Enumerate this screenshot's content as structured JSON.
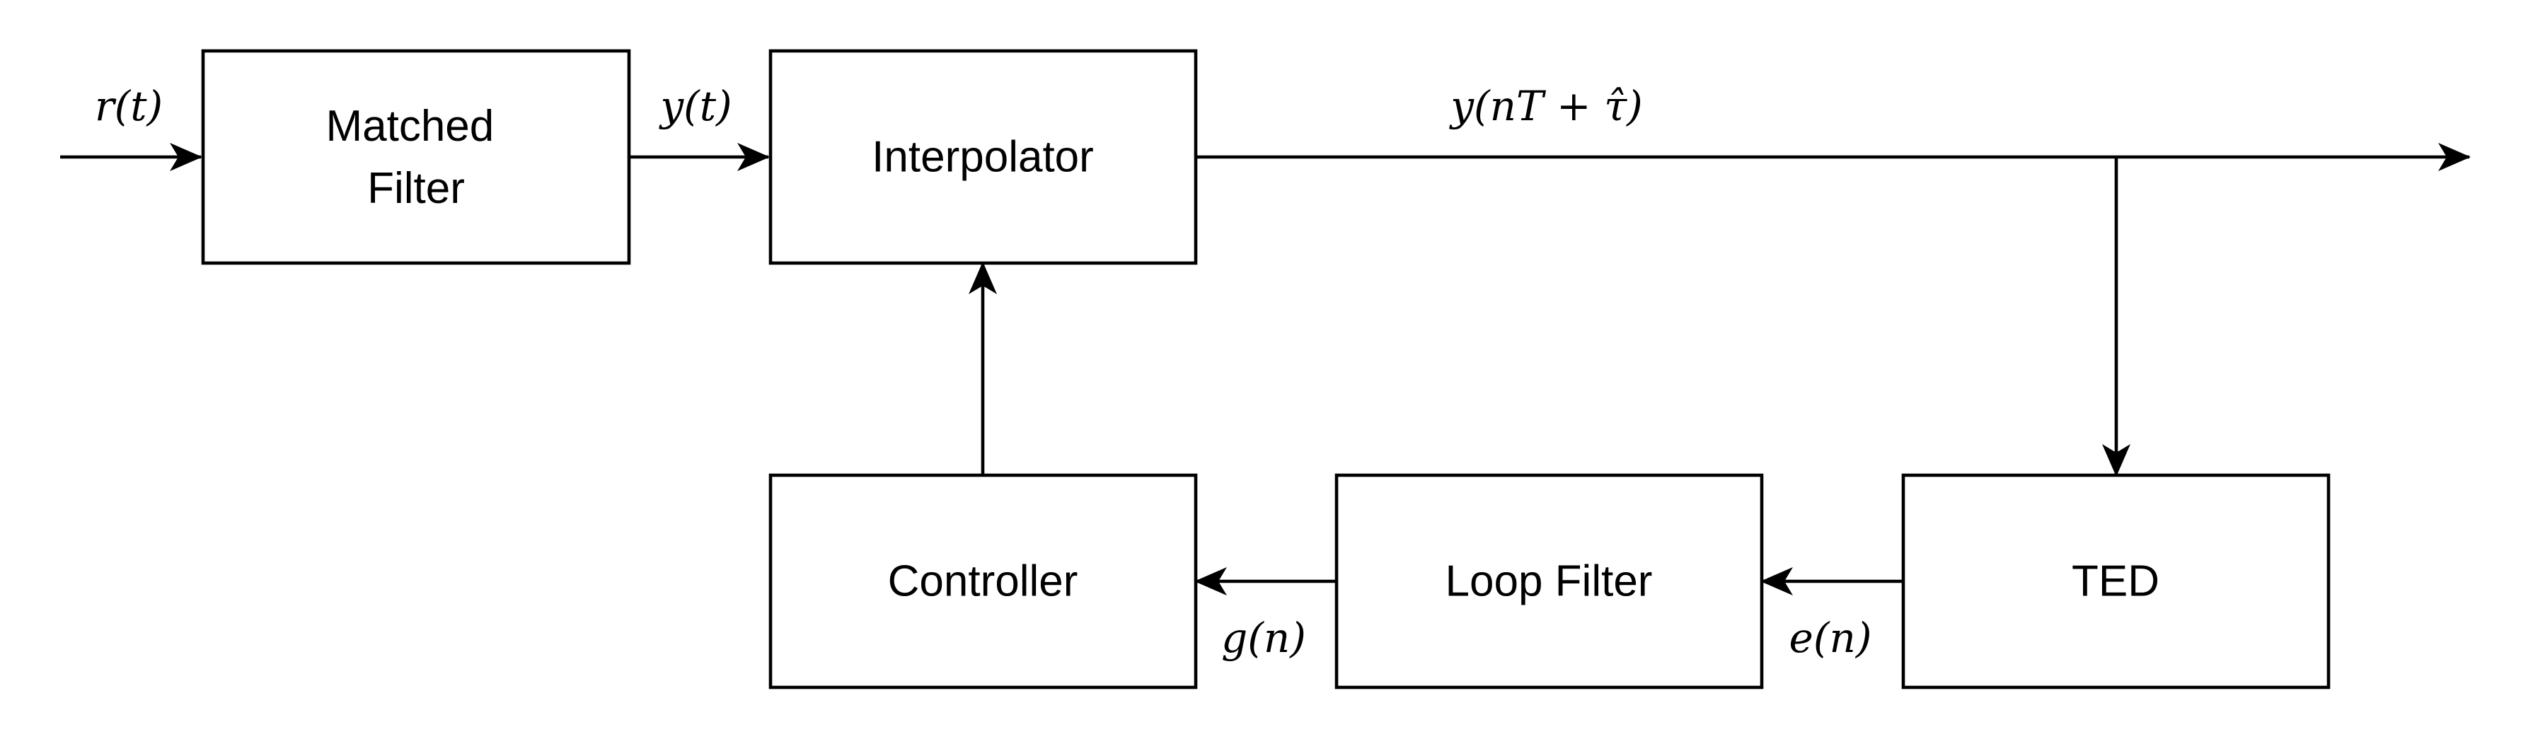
{
  "blocks": {
    "matched_filter": [
      "Matched",
      "Filter"
    ],
    "interpolator": "Interpolator",
    "controller": "Controller",
    "loop_filter": "Loop Filter",
    "ted": "TED"
  },
  "signals": {
    "input": "r(t)",
    "matched_filter_output": "y(t)",
    "interpolator_output": "y(nT + τ̂)",
    "ted_output": "e(n)",
    "loop_filter_output": "g(n)"
  },
  "colors": {
    "stroke": "#000000",
    "background": "#ffffff"
  }
}
